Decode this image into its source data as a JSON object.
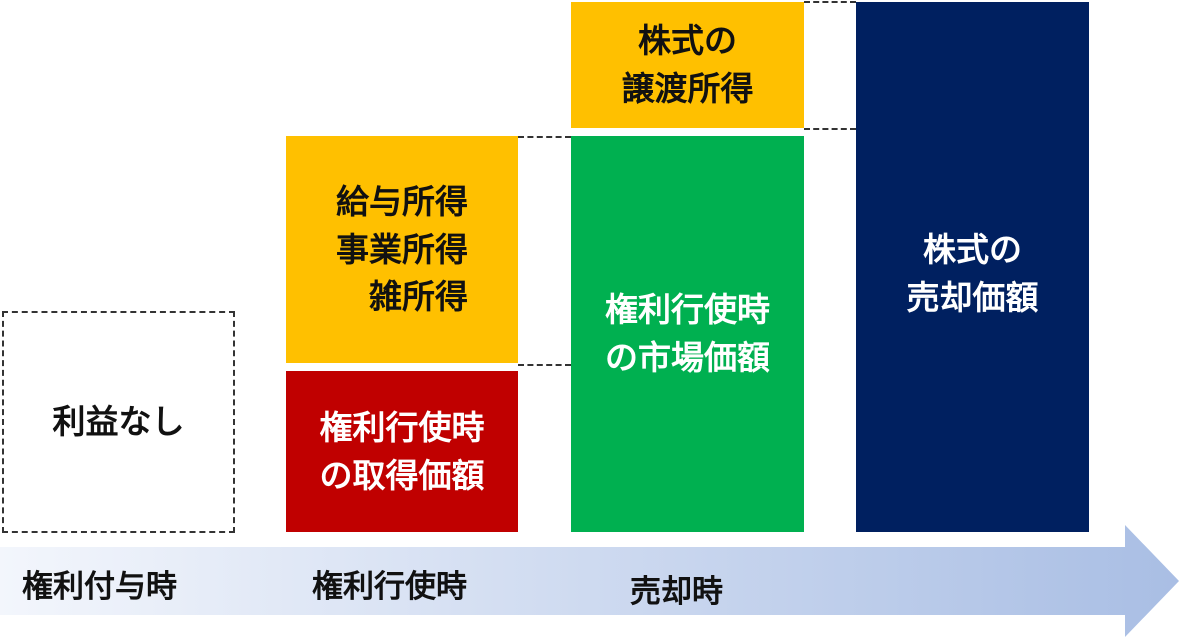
{
  "colors": {
    "income": "#FFC000",
    "exercise_cost": "#C00000",
    "gain": "#FFC000",
    "market": "#00B050",
    "sale": "#002060",
    "arrow_start": "#F3F6FC",
    "arrow_end": "#A9BEE4"
  },
  "boxes": {
    "none": "利益なし",
    "income": "給与所得\n事業所得\n雑所得",
    "exercise_cost": "権利行使時\nの取得価額",
    "gain": "株式の\n譲渡所得",
    "market": "権利行使時\nの市場価額",
    "sale": "株式の\n売却価額"
  },
  "timeline": {
    "grant": "権利付与時",
    "exercise": "権利行使時",
    "sale": "売却時"
  }
}
